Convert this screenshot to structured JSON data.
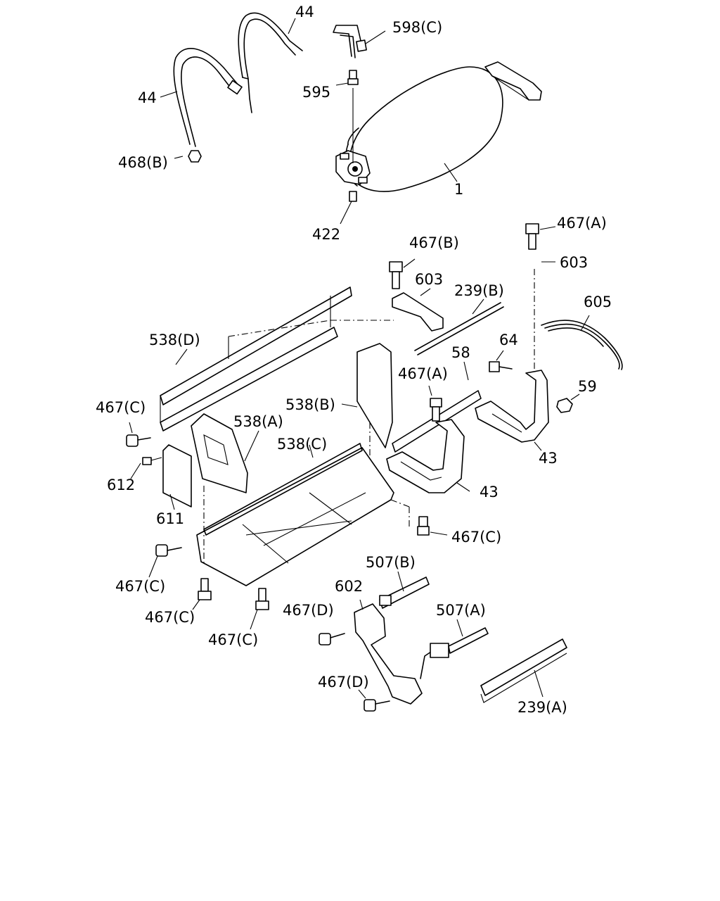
{
  "labels": {
    "strap_upper": "44",
    "strap_lower": "44",
    "pipe": "598(C)",
    "fitting_595": "595",
    "nut_468b": "468(B)",
    "tank": "1",
    "valve_422": "422",
    "bolt_467a_top": "467(A)",
    "bracket_603_right": "603",
    "bolt_467b": "467(B)",
    "bracket_603_left": "603",
    "rod_239b": "239(B)",
    "cover_605": "605",
    "plate_538d": "538(D)",
    "bolt_64": "64",
    "bracket_58": "58",
    "bolt_467a_mid": "467(A)",
    "nut_59": "59",
    "bolt_467c_left": "467(C)",
    "plate_538b": "538(B)",
    "plate_538a": "538(A)",
    "plate_538c": "538(C)",
    "clip_612": "612",
    "bracket_43_right": "43",
    "bracket_43_left": "43",
    "shield_611": "611",
    "bolt_467c_right": "467(C)",
    "bolt_467c_frontleft": "467(C)",
    "rod_507b": "507(B)",
    "bracket_602": "602",
    "bolt_467c_under1": "467(C)",
    "bolt_467d_upper": "467(D)",
    "rod_507a": "507(A)",
    "bolt_467c_under2": "467(C)",
    "bolt_467d_lower": "467(D)",
    "rail_239a": "239(A)"
  }
}
